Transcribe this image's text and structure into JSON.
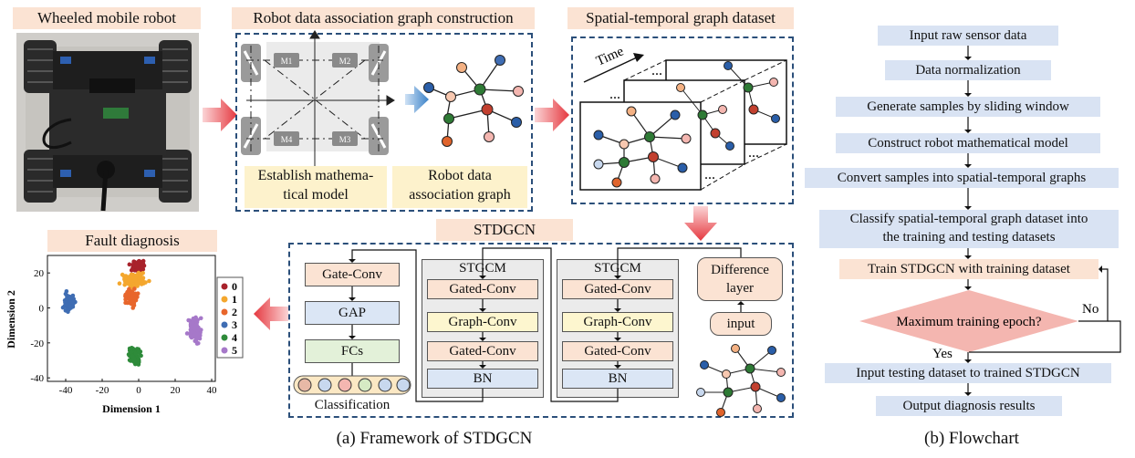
{
  "panel_a": {
    "robot_title": "Wheeled mobile robot",
    "graph_title": "Robot data association graph construction",
    "motors": [
      "M1",
      "M2",
      "M4",
      "M3"
    ],
    "model_label": "Establish mathema-\ntical model",
    "model_label_l1": "Establish mathema-",
    "model_label_l2": "tical model",
    "assoc_l1": "Robot data",
    "assoc_l2": "association graph",
    "dataset_title": "Spatial-temporal graph dataset",
    "time_label": "Time",
    "ellipsis": "...",
    "stdgcn_title": "STDGCN",
    "fault_title": "Fault diagnosis",
    "gate_conv": "Gate-Conv",
    "gap": "GAP",
    "fcs": "FCs",
    "classification": "Classification",
    "stgcm": "STGCM",
    "gated_conv": "Gated-Conv",
    "graph_conv": "Graph-Conv",
    "bn": "BN",
    "difference_l1": "Difference",
    "difference_l2": "layer",
    "input": "input",
    "caption": "(a) Framework of STDGCN"
  },
  "scatter": {
    "xlabel": "Dimension 1",
    "ylabel": "Dimension 2",
    "xticks": [
      "-40",
      "-20",
      "0",
      "20",
      "40"
    ],
    "yticks": [
      "20",
      "0",
      "-20",
      "-40"
    ],
    "legend": [
      {
        "label": "0",
        "color": "#a8222b"
      },
      {
        "label": "1",
        "color": "#f4a72e"
      },
      {
        "label": "2",
        "color": "#e8662c"
      },
      {
        "label": "3",
        "color": "#3f6db3"
      },
      {
        "label": "4",
        "color": "#2e8b3a"
      },
      {
        "label": "5",
        "color": "#a678c9"
      }
    ]
  },
  "chart_data": {
    "type": "scatter",
    "xlabel": "Dimension 1",
    "ylabel": "Dimension 2",
    "xlim": [
      -50,
      42
    ],
    "ylim": [
      -42,
      30
    ],
    "series": [
      {
        "name": "0",
        "color": "#a8222b",
        "center": [
          0,
          24
        ],
        "spread": [
          5,
          4
        ]
      },
      {
        "name": "1",
        "color": "#f4a72e",
        "center": [
          -2,
          16
        ],
        "spread": [
          9,
          5
        ]
      },
      {
        "name": "2",
        "color": "#e8662c",
        "center": [
          -4,
          6
        ],
        "spread": [
          5,
          6
        ]
      },
      {
        "name": "3",
        "color": "#3f6db3",
        "center": [
          -38,
          3
        ],
        "spread": [
          4,
          6
        ]
      },
      {
        "name": "4",
        "color": "#2e8b3a",
        "center": [
          -2,
          -28
        ],
        "spread": [
          4,
          7
        ]
      },
      {
        "name": "5",
        "color": "#a678c9",
        "center": [
          31,
          -12
        ],
        "spread": [
          5,
          10
        ]
      }
    ]
  },
  "flowchart": {
    "steps": [
      "Input raw sensor data",
      "Data normalization",
      "Generate samples by sliding window",
      "Construct robot mathematical model",
      "Convert samples into spatial-temporal graphs",
      "Classify spatial-temporal graph dataset into",
      "the training and testing datasets",
      "Train STDGCN with training dataset",
      "Maximum training epoch?",
      "Input testing dataset to trained STDGCN",
      "Output diagnosis results"
    ],
    "no": "No",
    "yes": "Yes",
    "caption": "(b) Flowchart"
  }
}
